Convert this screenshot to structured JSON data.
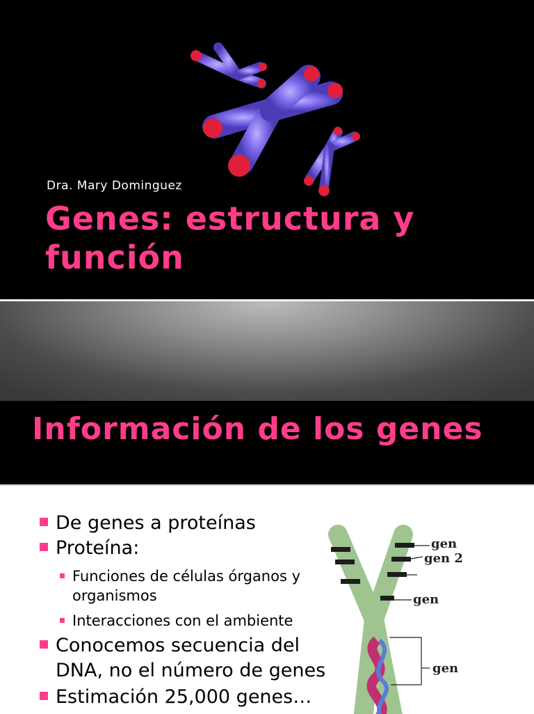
{
  "slide1": {
    "author": "Dra. Mary Dominguez",
    "title": "Genes: estructura y función"
  },
  "slide2": {
    "title": "Información de los genes",
    "bullets": [
      {
        "level": 1,
        "lines": [
          "De genes a proteínas"
        ]
      },
      {
        "level": 1,
        "lines": [
          "Proteína:"
        ]
      },
      {
        "level": 2,
        "lines": [
          "Funciones de células órganos y",
          "organismos"
        ]
      },
      {
        "level": 2,
        "lines": [
          "Interacciones con el ambiente"
        ]
      },
      {
        "level": 1,
        "lines": [
          "Conocemos secuencia del",
          "DNA, no el número de genes"
        ]
      },
      {
        "level": 1,
        "lines": [
          "Estimación 25,000 genes…"
        ]
      }
    ],
    "diagram_labels": {
      "gen_a": "gen",
      "gen_2": "gen 2",
      "gen_b": "gen",
      "gen_c": "gen"
    }
  },
  "colors": {
    "accent": "#ff3d8b",
    "background": "#000000",
    "chromosome_primary": "#7b68e8",
    "telomere": "#e0203a"
  },
  "icons": [
    "chromosome-illustration",
    "chromosome-gene-diagram"
  ]
}
